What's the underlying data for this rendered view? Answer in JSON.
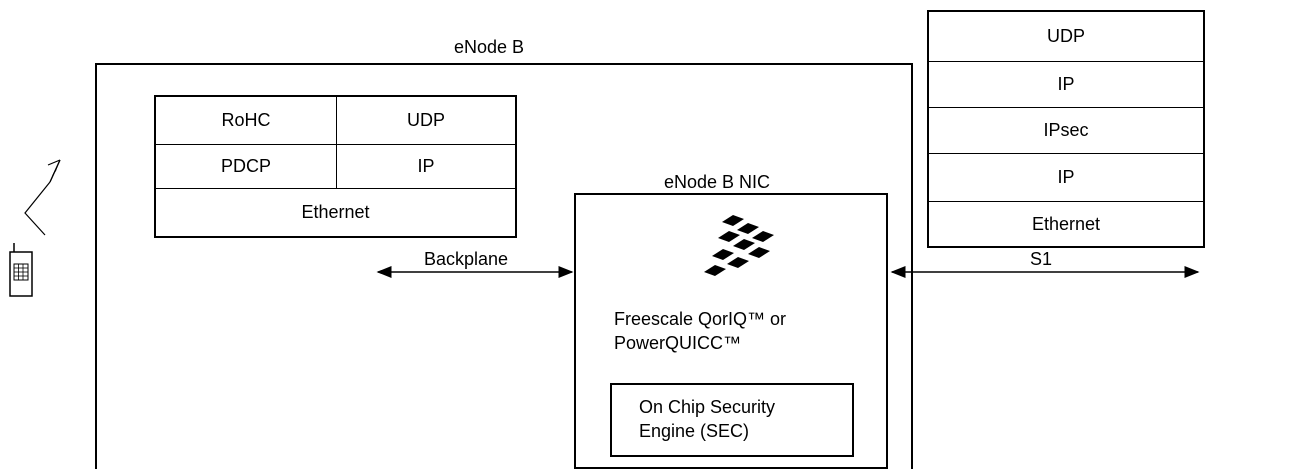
{
  "enodeb": {
    "title": "eNode B"
  },
  "local_stack": {
    "rows": [
      {
        "left": "RoHC",
        "right": "UDP"
      },
      {
        "left": "PDCP",
        "right": "IP"
      }
    ],
    "bottom": "Ethernet"
  },
  "nic": {
    "title": "eNode B NIC",
    "processor_line1": "Freescale QorIQ™ or",
    "processor_line2": "PowerQUICC™",
    "sec_line1": "On Chip Security",
    "sec_line2": "Engine (SEC)"
  },
  "links": {
    "backplane": "Backplane",
    "s1": "S1"
  },
  "s1_stack": {
    "layers": [
      "UDP",
      "IP",
      "IPsec",
      "IP",
      "Ethernet"
    ]
  }
}
